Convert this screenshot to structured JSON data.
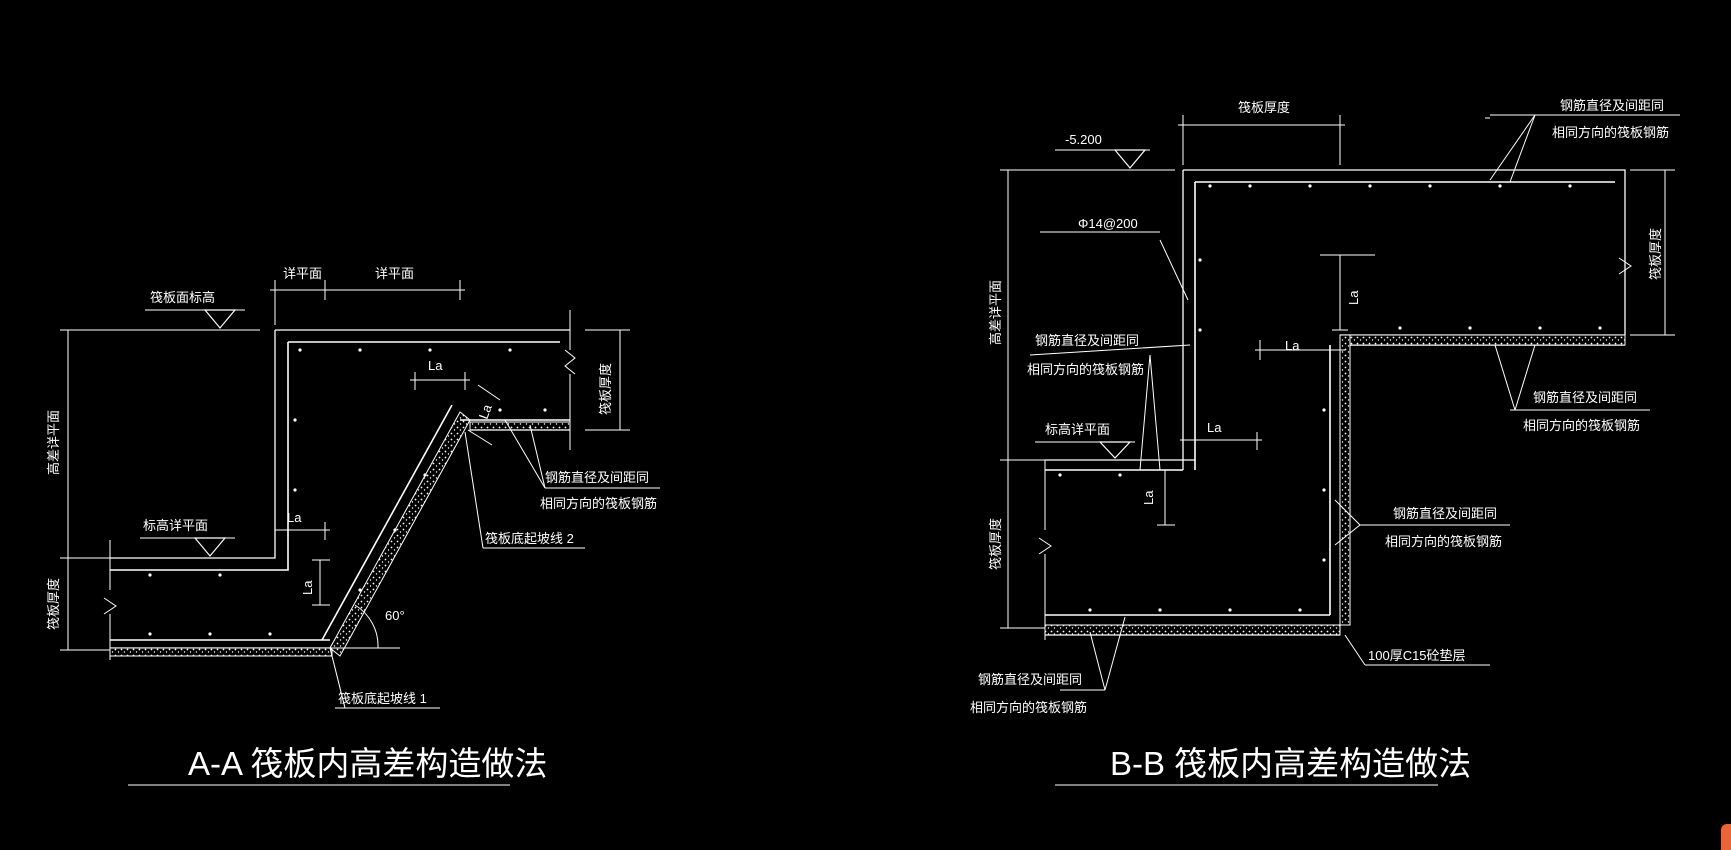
{
  "section_a": {
    "title": "A-A  筏板内高差构造做法",
    "raft_top_elevation": "筏板面标高",
    "plan_detail_1": "详平面",
    "plan_detail_2": "详平面",
    "height_diff": "高差详平面",
    "elevation_plan": "标高详平面",
    "raft_thickness_left": "筏板厚度",
    "raft_thickness_right": "筏板厚度",
    "la_1": "La",
    "la_2": "La",
    "la_3": "La",
    "la_4": "La",
    "rebar_note_1": "钢筋直径及间距同",
    "rebar_note_2": "相同方向的筏板钢筋",
    "slope_line_2": "筏板底起坡线 2",
    "slope_line_1": "筏板底起坡线 1",
    "angle": "60°"
  },
  "section_b": {
    "title": "B-B  筏板内高差构造做法",
    "elevation": "-5.200",
    "raft_thickness_top": "筏板厚度",
    "raft_thickness_right": "筏板厚度",
    "raft_thickness_left": "筏板厚度",
    "height_diff": "高差详平面",
    "elevation_plan": "标高详平面",
    "phi_rebar": "Φ14@200",
    "la_1": "La",
    "la_2": "La",
    "la_3": "La",
    "la_4": "La",
    "rebar_note_top_1": "钢筋直径及间距同",
    "rebar_note_top_2": "相同方向的筏板钢筋",
    "rebar_note_left_1": "钢筋直径及间距同",
    "rebar_note_left_2": "相同方向的筏板钢筋",
    "rebar_note_right_1": "钢筋直径及间距同",
    "rebar_note_right_2": "相同方向的筏板钢筋",
    "rebar_note_mid_1": "钢筋直径及间距同",
    "rebar_note_mid_2": "相同方向的筏板钢筋",
    "rebar_note_bottom_1": "钢筋直径及间距同",
    "rebar_note_bottom_2": "相同方向的筏板钢筋",
    "cushion": "100厚C15砼垫层"
  },
  "colors": {
    "background": "#000000",
    "lines": "#ffffff",
    "corner_badge": "#e8643a"
  }
}
